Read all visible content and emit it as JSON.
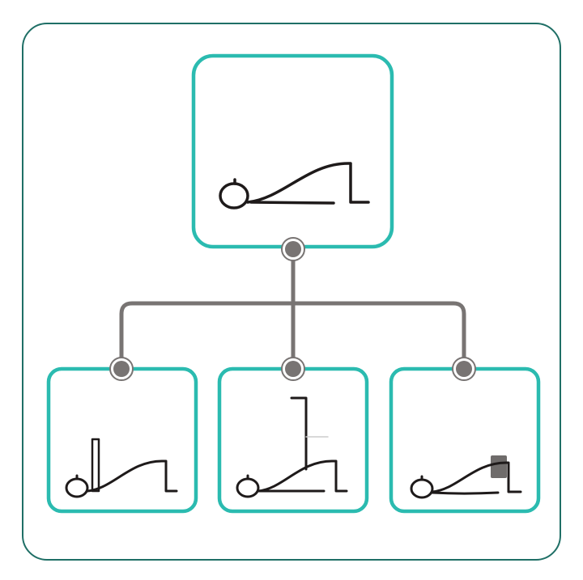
{
  "diagram": {
    "type": "tree",
    "colors": {
      "frame": "#1f6f66",
      "box": "#2bbbb0",
      "connector": "#787473",
      "figure": "#1e1a1a",
      "accessory": "#6f6c6b"
    },
    "root": {
      "figure": "reclined-person-legs-raised"
    },
    "children": [
      {
        "figure": "reclined-person-with-tall-narrow-block"
      },
      {
        "figure": "reclined-person-with-stand"
      },
      {
        "figure": "reclined-person-with-block-under-legs"
      }
    ]
  }
}
